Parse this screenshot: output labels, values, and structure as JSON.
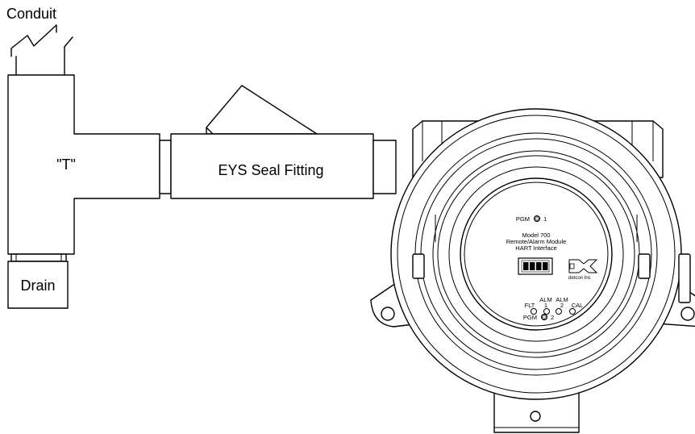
{
  "labels": {
    "conduit": "Conduit",
    "tee": "\"T\"",
    "seal": "EYS Seal Fitting",
    "drain": "Drain"
  },
  "module": {
    "pgm1": "PGM",
    "pgm1_num": "1",
    "model": "Model 700",
    "name": "Remote/Alarm Module",
    "iface": "HART Interface",
    "logo": "detcon Inc",
    "flt": "FLT",
    "alm1_top": "ALM",
    "alm1_num": "1",
    "alm2_top": "ALM",
    "alm2_num": "2",
    "cal": "CAL",
    "pgm2": "PGM",
    "pgm2_num": "2"
  }
}
